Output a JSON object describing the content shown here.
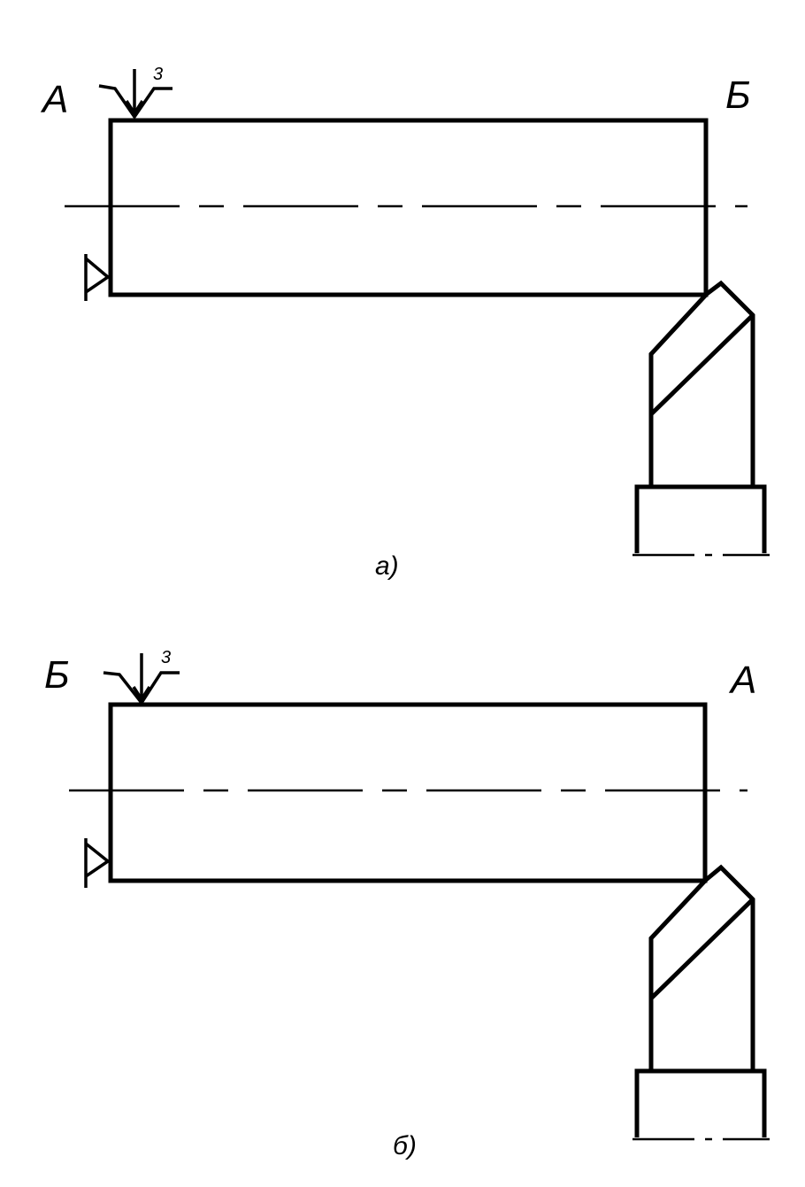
{
  "figure_a": {
    "caption": "а)",
    "left_surface_label": "А",
    "right_surface_label": "Б",
    "roughness_mark": "3"
  },
  "figure_b": {
    "caption": "б)",
    "left_surface_label": "Б",
    "right_surface_label": "А",
    "roughness_mark": "3"
  },
  "colors": {
    "line": "#000000",
    "background": "#ffffff"
  },
  "icons": [
    "roughness-sign-icon",
    "locating-support-icon",
    "cutting-tool-icon"
  ]
}
